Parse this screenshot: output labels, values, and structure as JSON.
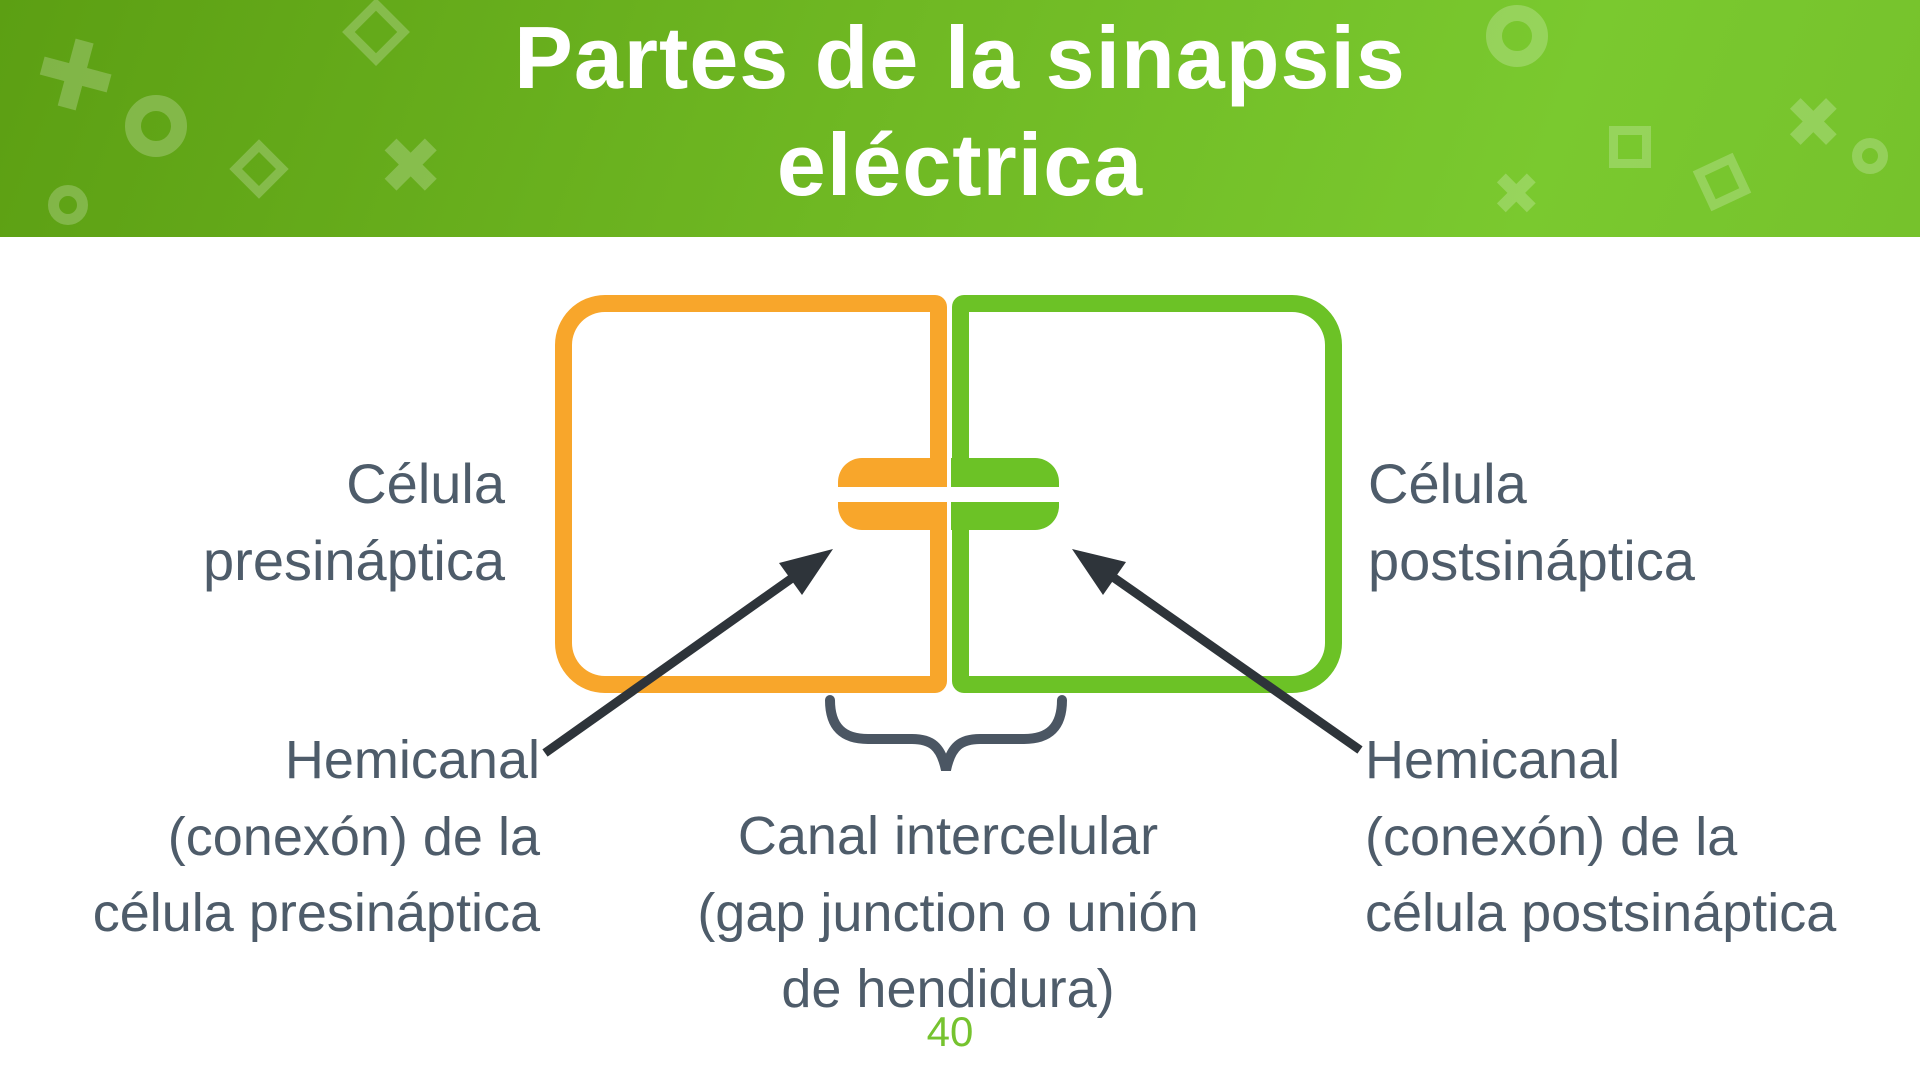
{
  "header": {
    "title": "Partes de la sinapsis\neléctrica",
    "decoration_shapes": [
      "plus",
      "ring",
      "diamond",
      "x",
      "square"
    ]
  },
  "diagram": {
    "presynaptic_cell_label": "Célula\npresináptica",
    "postsynaptic_cell_label": "Célula\npostsináptica",
    "presynaptic_hemichannel_label": "Hemicanal\n(conexón) de la\ncélula presináptica",
    "intercellular_channel_label": "Canal intercelular\n(gap junction o unión\nde hendidura)",
    "postsynaptic_hemichannel_label": "Hemicanal\n(conexón) de la\ncélula postsináptica"
  },
  "footer": {
    "page_number": "40"
  },
  "colors": {
    "header_green_dark": "#5C9F13",
    "header_green_light": "#7ACB2F",
    "presynaptic_orange": "#F8A62B",
    "postsynaptic_green": "#6CC226",
    "label_text": "#4E5C6A",
    "arrow": "#2E343A",
    "brace": "#4B5663",
    "page_number_green": "#76C32F"
  }
}
